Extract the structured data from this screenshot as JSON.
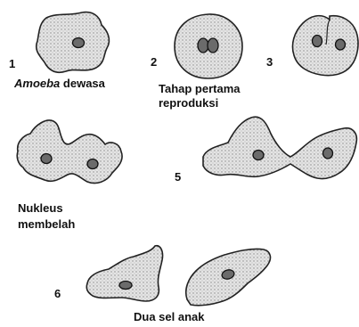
{
  "stages": [
    {
      "number": "1",
      "caption_italic": "Amoeba",
      "caption_rest": " dewasa"
    },
    {
      "number": "2",
      "caption": "Tahap pertama reproduksi",
      "caption_line1": "Tahap pertama",
      "caption_line2": "reproduksi"
    },
    {
      "number": "3"
    },
    {
      "number": "",
      "caption_line1": "Nukleus",
      "caption_line2": "membelah"
    },
    {
      "number": "5"
    },
    {
      "number": "6",
      "caption": "Dua sel anak"
    }
  ]
}
